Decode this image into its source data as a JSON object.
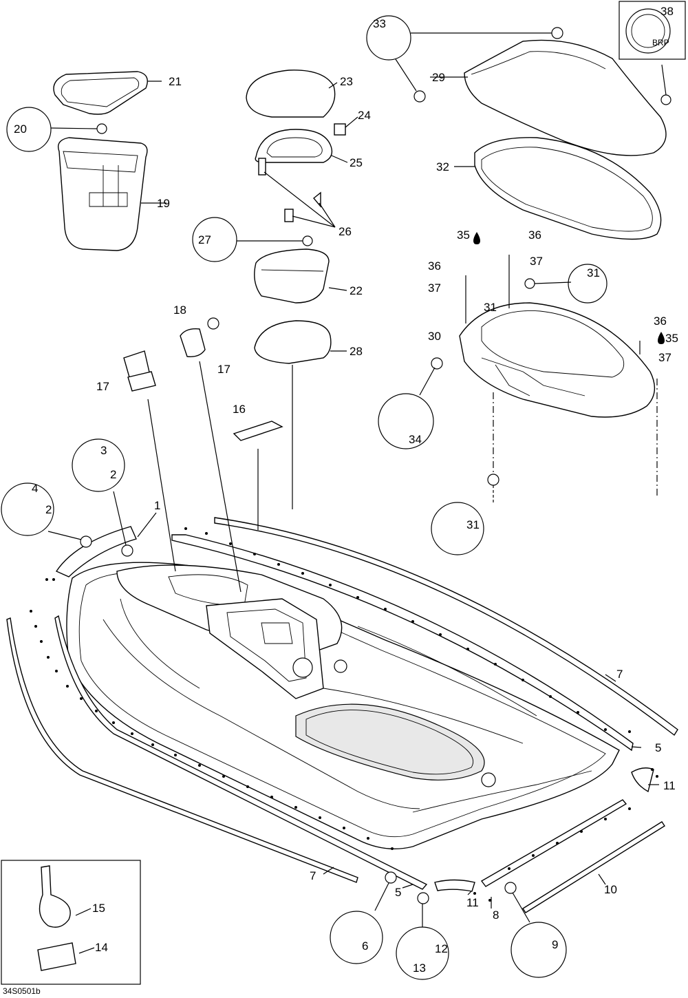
{
  "drawing": {
    "reference_code": "34S0501b",
    "brand_mark": "BRP"
  },
  "callouts": [
    {
      "id": "c1",
      "label": "1"
    },
    {
      "id": "c2a",
      "label": "2"
    },
    {
      "id": "c2b",
      "label": "2"
    },
    {
      "id": "c3",
      "label": "3"
    },
    {
      "id": "c4",
      "label": "4"
    },
    {
      "id": "c5a",
      "label": "5"
    },
    {
      "id": "c5b",
      "label": "5"
    },
    {
      "id": "c6",
      "label": "6"
    },
    {
      "id": "c7a",
      "label": "7"
    },
    {
      "id": "c7b",
      "label": "7"
    },
    {
      "id": "c8",
      "label": "8"
    },
    {
      "id": "c9",
      "label": "9"
    },
    {
      "id": "c10",
      "label": "10"
    },
    {
      "id": "c11a",
      "label": "11"
    },
    {
      "id": "c11b",
      "label": "11"
    },
    {
      "id": "c12",
      "label": "12"
    },
    {
      "id": "c13",
      "label": "13"
    },
    {
      "id": "c14",
      "label": "14"
    },
    {
      "id": "c15",
      "label": "15"
    },
    {
      "id": "c16",
      "label": "16"
    },
    {
      "id": "c17a",
      "label": "17"
    },
    {
      "id": "c17b",
      "label": "17"
    },
    {
      "id": "c18",
      "label": "18"
    },
    {
      "id": "c19",
      "label": "19"
    },
    {
      "id": "c20",
      "label": "20"
    },
    {
      "id": "c21",
      "label": "21"
    },
    {
      "id": "c22",
      "label": "22"
    },
    {
      "id": "c23",
      "label": "23"
    },
    {
      "id": "c24",
      "label": "24"
    },
    {
      "id": "c25",
      "label": "25"
    },
    {
      "id": "c26",
      "label": "26"
    },
    {
      "id": "c27",
      "label": "27"
    },
    {
      "id": "c28",
      "label": "28"
    },
    {
      "id": "c29",
      "label": "29"
    },
    {
      "id": "c30",
      "label": "30"
    },
    {
      "id": "c31a",
      "label": "31"
    },
    {
      "id": "c31b",
      "label": "31"
    },
    {
      "id": "c31c",
      "label": "31"
    },
    {
      "id": "c32",
      "label": "32"
    },
    {
      "id": "c33",
      "label": "33"
    },
    {
      "id": "c34",
      "label": "34"
    },
    {
      "id": "c35a",
      "label": "35"
    },
    {
      "id": "c35b",
      "label": "35"
    },
    {
      "id": "c36a",
      "label": "36"
    },
    {
      "id": "c36b",
      "label": "36"
    },
    {
      "id": "c36c",
      "label": "36"
    },
    {
      "id": "c37a",
      "label": "37"
    },
    {
      "id": "c37b",
      "label": "37"
    },
    {
      "id": "c37c",
      "label": "37"
    },
    {
      "id": "c38",
      "label": "38"
    }
  ]
}
